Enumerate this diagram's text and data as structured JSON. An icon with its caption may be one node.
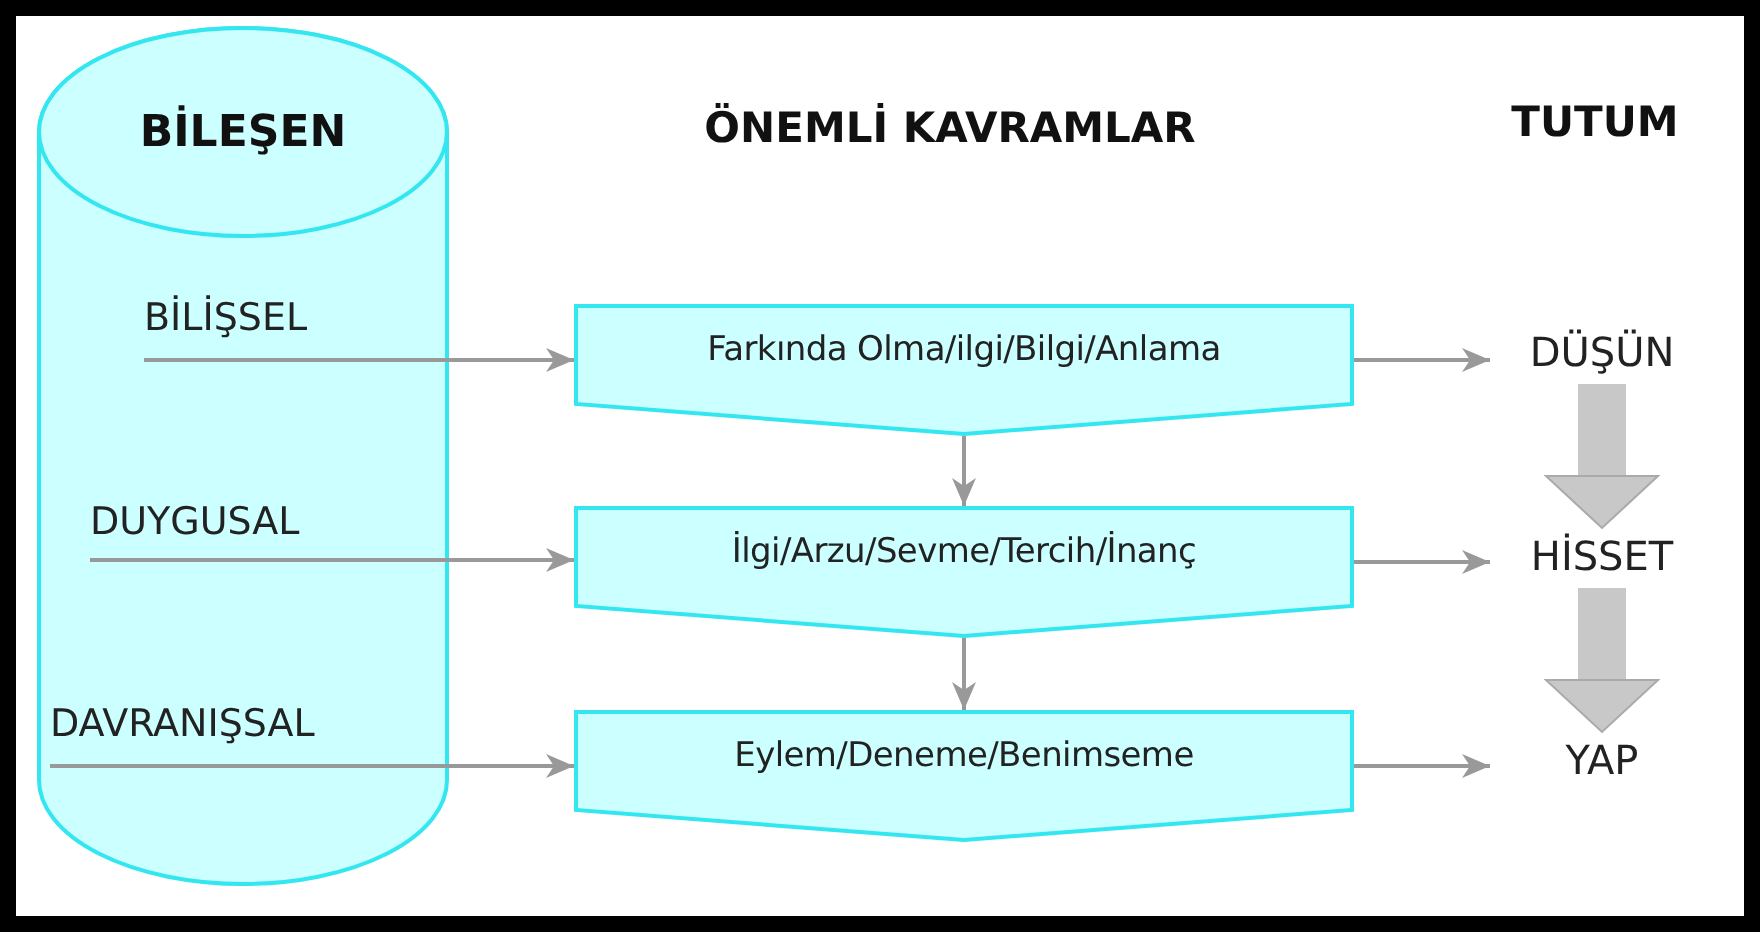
{
  "diagram": {
    "nodes": [
      {
        "text": [
          "BİLEŞEN"
        ]
      },
      {
        "text": [
          "BİLİŞSEL"
        ],
        "in": 0
      },
      {
        "text": [
          "DUYGUSAL"
        ],
        "in": 0
      },
      {
        "text": [
          "DAVRANIŞSAL"
        ],
        "in": 0
      },
      {
        "text": [
          "Farkında Olma/ilgi/Bilgi/Anlama"
        ]
      },
      {
        "text": [
          "İlgi/Arzu/Sevme/Tercih/İnanç"
        ]
      },
      {
        "text": [
          "Eylem/Deneme/Benimseme"
        ]
      },
      {
        "text": [
          "DÜŞÜN"
        ]
      },
      {
        "text": [
          "HİSSET"
        ]
      },
      {
        "text": [
          "YAP"
        ]
      }
    ],
    "edges": [
      {
        "from": 1,
        "to": 4,
        "arrow": "to"
      },
      {
        "from": 2,
        "to": 5,
        "arrow": "to"
      },
      {
        "from": 3,
        "to": 6,
        "arrow": "to"
      },
      {
        "from": 4,
        "to": 5,
        "arrow": "to"
      },
      {
        "from": 5,
        "to": 6,
        "arrow": "to"
      },
      {
        "from": 4,
        "to": 7,
        "arrow": "to"
      },
      {
        "from": 5,
        "to": 8,
        "arrow": "to"
      },
      {
        "from": 6,
        "to": 9,
        "arrow": "to"
      },
      {
        "from": 7,
        "to": 8,
        "arrow": "to",
        "style": "thick",
        "color": "#c8c8c8"
      },
      {
        "from": 8,
        "to": 9,
        "arrow": "to",
        "style": "thick",
        "color": "#c8c8c8"
      }
    ],
    "labels": [
      "ÖNEMLİ KAVRAMLAR",
      "TUTUM"
    ]
  }
}
